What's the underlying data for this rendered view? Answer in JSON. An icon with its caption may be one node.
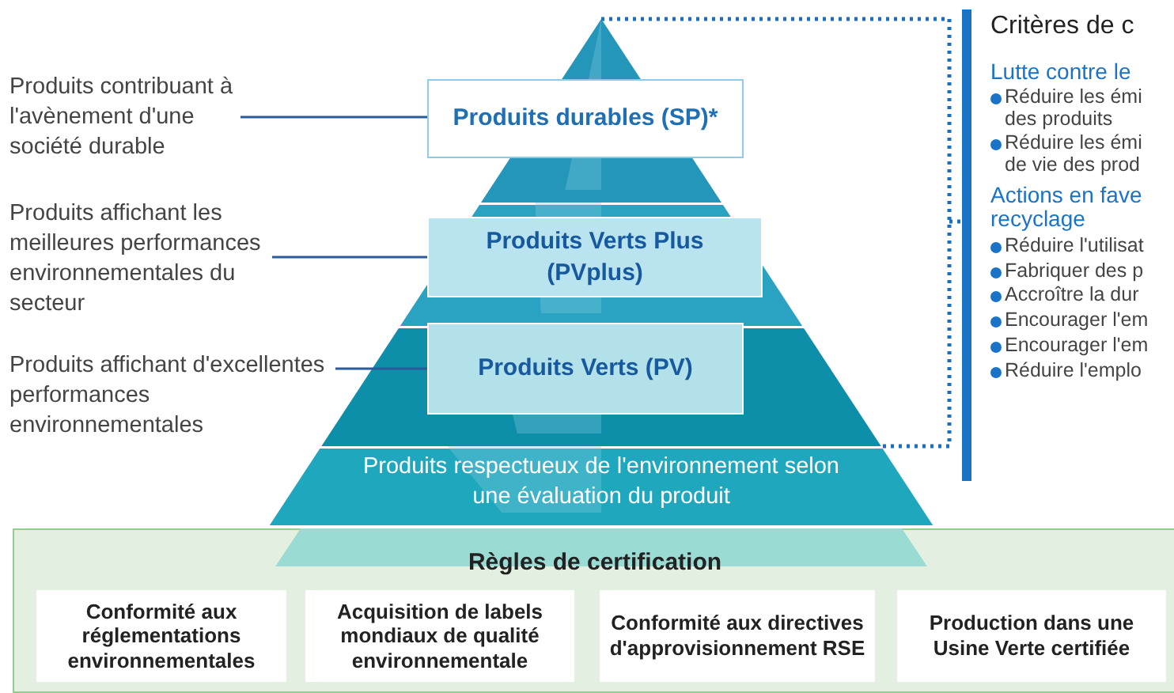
{
  "diagram": {
    "nodes": [
      {
        "text": [
          "Produits contribuant à l'avènement d'une société durable"
        ]
      },
      {
        "text": [
          "Produits affichant les meilleures performances environnementales du secteur"
        ]
      },
      {
        "text": [
          "Produits affichant d'excellentes performances environnementales"
        ]
      },
      {
        "text": [],
        "shape": "triangle"
      },
      {
        "text": [
          "Produits durables (SP)*"
        ],
        "in": 3
      },
      {
        "text": [
          "Produits Verts Plus (PVplus)"
        ],
        "in": 3
      },
      {
        "text": [
          "Produits Verts (PV)"
        ],
        "in": 3
      },
      {
        "text": [
          "Produits respectueux de l'environnement selon une évaluation du produit"
        ],
        "in": 3
      },
      {
        "text": [
          "Règles de certification"
        ]
      },
      {
        "text": [
          "Conformité aux réglementations environnementales"
        ],
        "in": 8
      },
      {
        "text": [
          "Acquisition de labels mondiaux de qualité environnementale"
        ],
        "in": 8
      },
      {
        "text": [
          "Conformité aux directives d'approvisionnement RSE"
        ],
        "in": 8
      },
      {
        "text": [
          "Production dans une Usine Verte certifiée"
        ],
        "in": 8
      },
      {
        "text": [
          "Critères de c",
          "Lutte contre le",
          "Réduire les émi des produits",
          "Réduire les émi de vie des prod",
          "Actions en fave recyclage",
          "Réduire l'utilisat",
          "Fabriquer des p",
          "Accroître la dur",
          "Encourager l'em",
          "Encourager l'em",
          "Réduire l'emplo"
        ]
      }
    ],
    "edges": [
      {
        "from": 0,
        "to": 4,
        "arrow": "none"
      },
      {
        "from": 1,
        "to": 5,
        "arrow": "none"
      },
      {
        "from": 2,
        "to": 6,
        "arrow": "none"
      },
      {
        "from": 3,
        "to": 13,
        "arrow": "none",
        "style": "dashed",
        "color": "#1a6fc0"
      }
    ]
  }
}
